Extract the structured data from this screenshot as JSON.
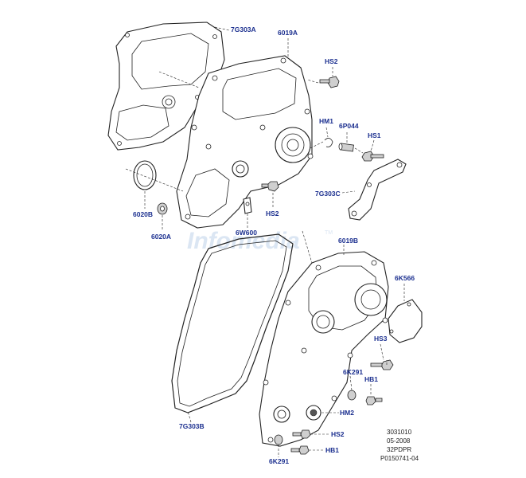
{
  "watermark": {
    "text": "Infomedia",
    "tm": "TM"
  },
  "labels": {
    "l_7g303a": "7G303A",
    "l_6019a": "6019A",
    "l_hs2_top": "HS2",
    "l_hm1": "HM1",
    "l_6p044": "6P044",
    "l_hs1": "HS1",
    "l_6020b": "6020B",
    "l_6020a": "6020A",
    "l_hs2_mid": "HS2",
    "l_7g303c": "7G303C",
    "l_6w600": "6W600",
    "l_6019b": "6019B",
    "l_6k566": "6K566",
    "l_hs3": "HS3",
    "l_6k291_right": "6K291",
    "l_hb1_right": "HB1",
    "l_hm2": "HM2",
    "l_7g303b": "7G303B",
    "l_hs2_bottom": "HS2",
    "l_hb1_bottom": "HB1",
    "l_6k291_bottom": "6K291"
  },
  "reference": {
    "line1": "3031010",
    "line2": "05-2008",
    "line3": "32PDPR",
    "line4": "P0150741-04"
  }
}
